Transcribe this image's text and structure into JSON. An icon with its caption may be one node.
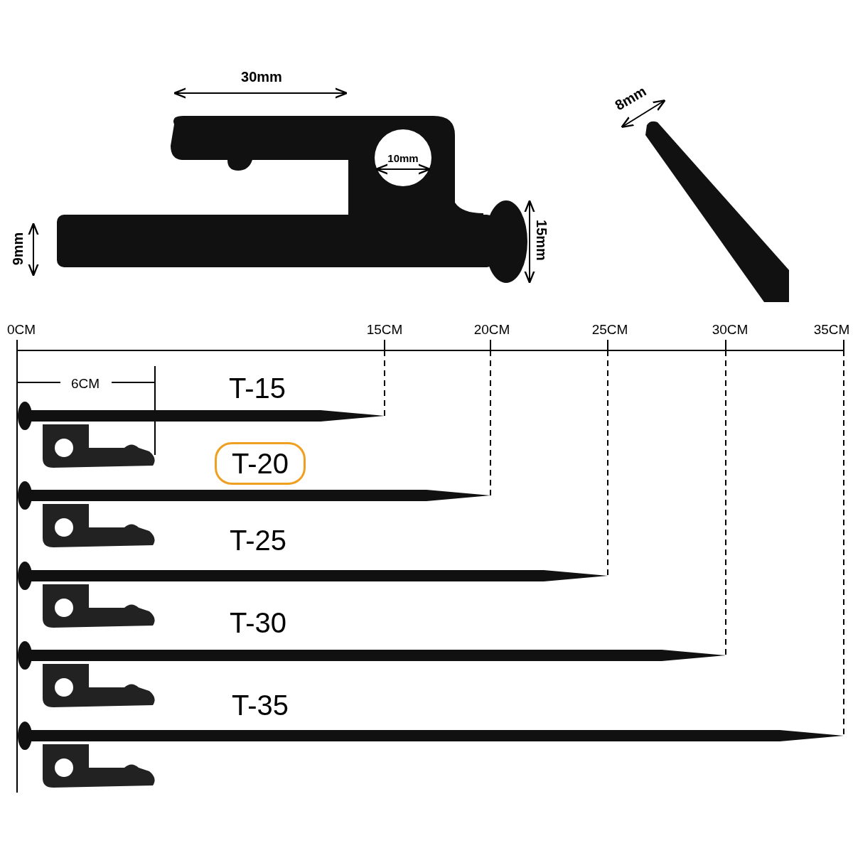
{
  "diagram": {
    "nodes": [
      {
        "text": [
          "T-20"
        ]
      }
    ],
    "labels": [
      "30mm",
      "10mm",
      "9mm",
      "15mm",
      "8mm",
      "0CM",
      "15CM",
      "20CM",
      "25CM",
      "30CM",
      "35CM",
      "6CM",
      "T-15",
      "T-25",
      "T-30",
      "T-35"
    ]
  }
}
